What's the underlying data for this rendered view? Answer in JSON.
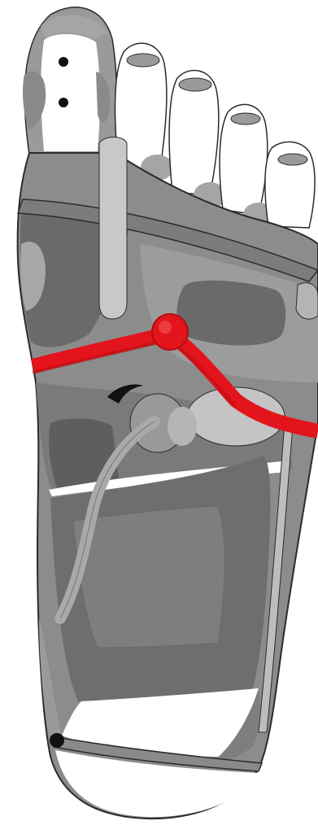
{
  "diagram": {
    "subject": "foot-reflexology-map",
    "view": "right-sole",
    "colors": {
      "background": "#ffffff",
      "outline": "#2b2b2b",
      "skin_dark": "#6e6e6e",
      "skin_mid": "#8c8c8c",
      "skin_light": "#a9a9a9",
      "skin_pale": "#c8c8c8",
      "zone_white": "#ffffff",
      "highlight_red": "#e3141b",
      "highlight_red_dark": "#b20d12",
      "dot": "#111111"
    },
    "points": [
      {
        "id": "big-toe-point-upper",
        "zone": "big-toe"
      },
      {
        "id": "big-toe-point-lower",
        "zone": "big-toe"
      },
      {
        "id": "solar-plexus-point",
        "zone": "midfoot",
        "highlighted": true
      },
      {
        "id": "heel-point",
        "zone": "heel"
      }
    ],
    "highlighted_line": "diaphragm-line"
  }
}
